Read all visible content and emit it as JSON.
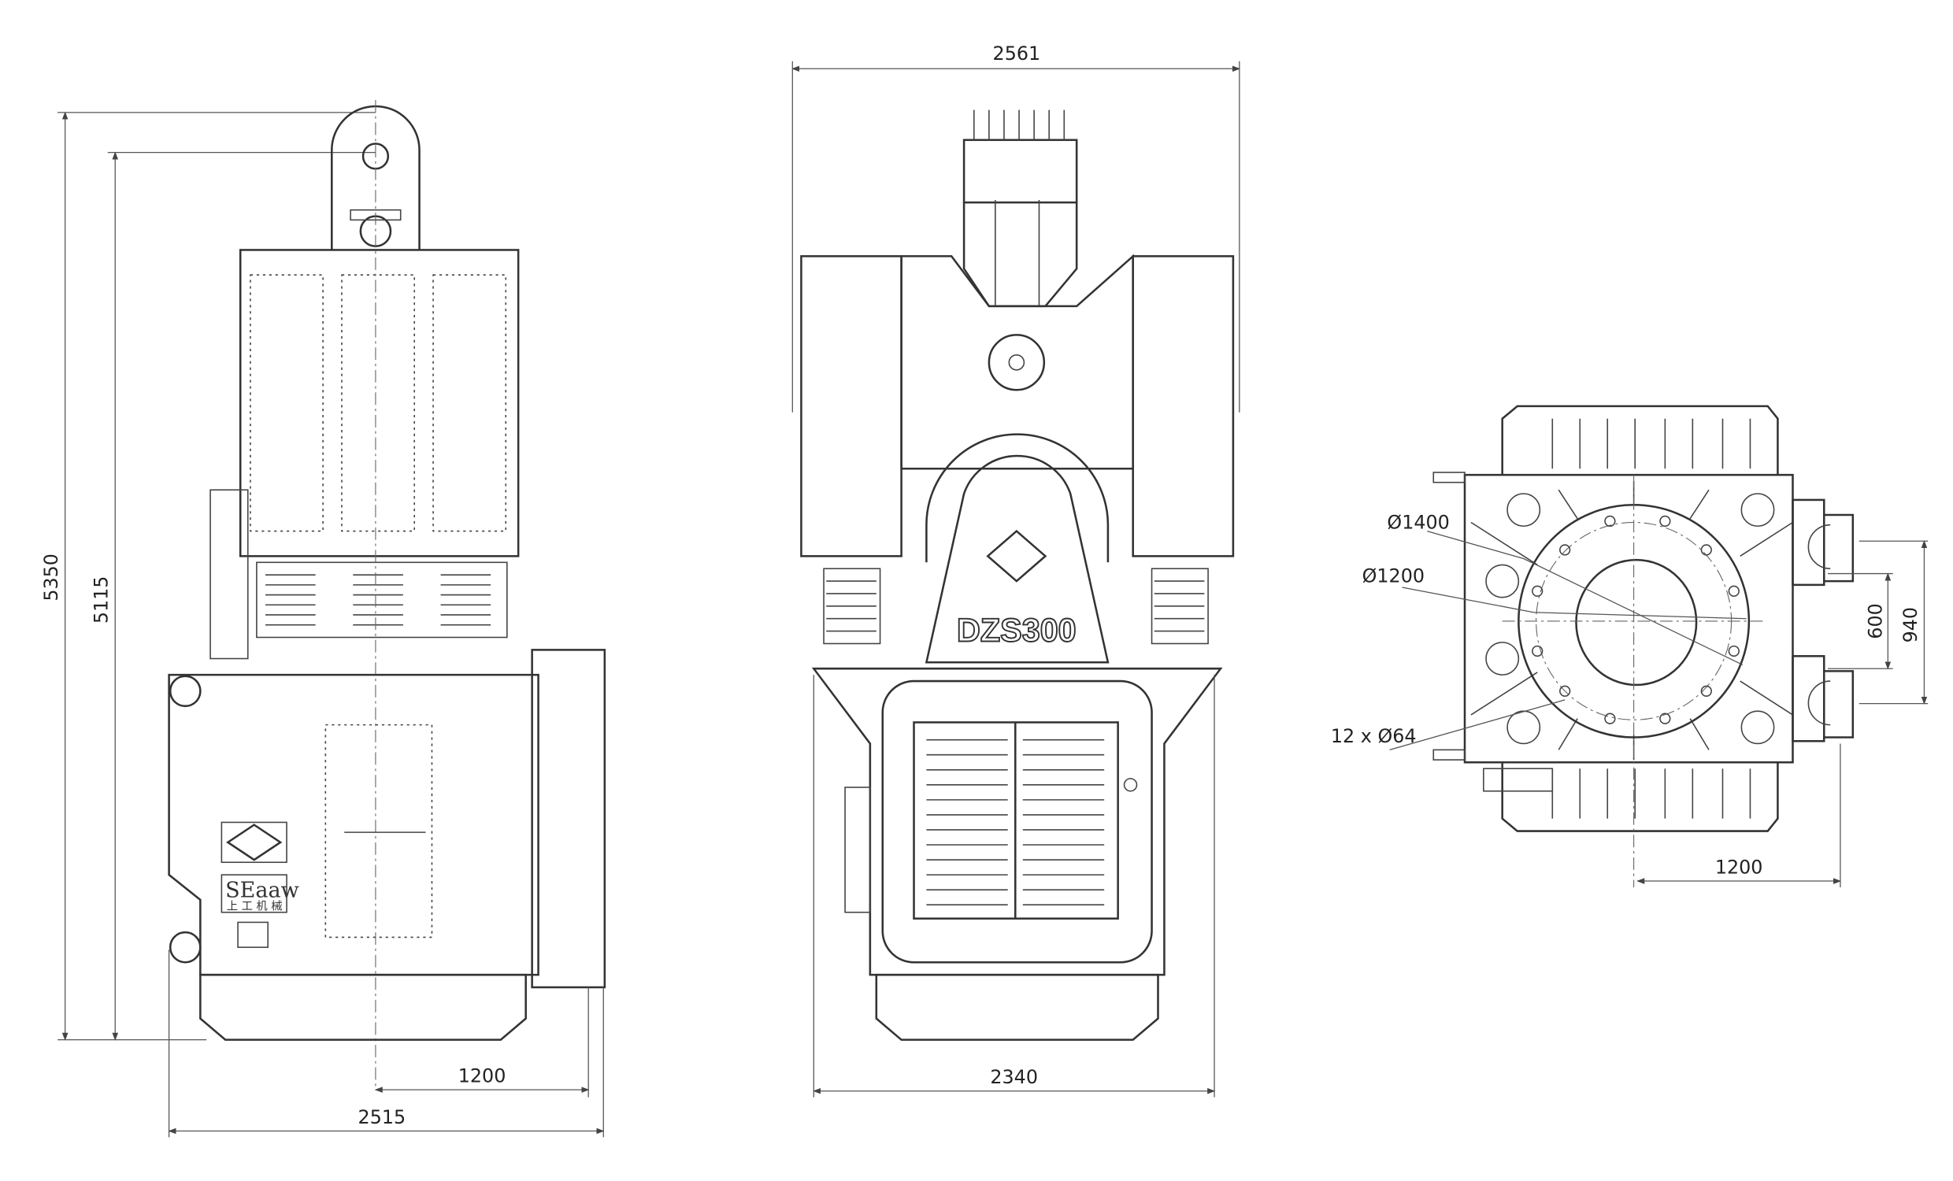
{
  "title": "DZS300 vibratory hammer dimension drawing",
  "side_view": {
    "dim_overall_height": "5350",
    "dim_height_to_eye": "5115",
    "dim_center_offset": "1200",
    "dim_overall_width": "2515",
    "logo_text": "SEaaw",
    "logo_chinese": "上 工 机 械"
  },
  "front_view": {
    "dim_top_width": "2561",
    "dim_base_width": "2340",
    "model_label": "DZS300"
  },
  "bottom_view": {
    "label_outer_diameter": "Ø1400",
    "label_bolt_circle": "Ø1200",
    "label_holes": "12 x Ø64",
    "dim_clamp_inner": "600",
    "dim_clamp_outer": "940",
    "dim_offset": "1200"
  }
}
